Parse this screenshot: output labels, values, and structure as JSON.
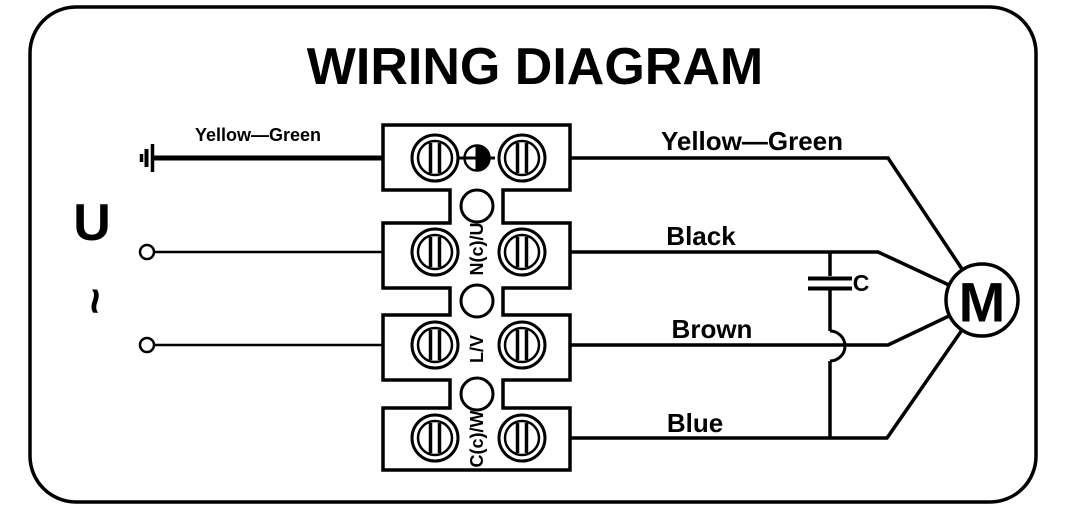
{
  "title": "WIRING DIAGRAM",
  "power_input": {
    "voltage_symbol": "U",
    "ac_symbol": "~"
  },
  "terminal_block": {
    "terminal_labels": [
      "N(c)/U",
      "L/V",
      "C(c)/W"
    ]
  },
  "wire_labels": {
    "input_ground": "Yellow—Green",
    "output_ground": "Yellow—Green",
    "output_black": "Black",
    "output_brown": "Brown",
    "output_blue": "Blue"
  },
  "capacitor": {
    "label": "C"
  },
  "motor": {
    "label": "M"
  },
  "colors": {
    "line": "#000000",
    "background": "#ffffff"
  }
}
